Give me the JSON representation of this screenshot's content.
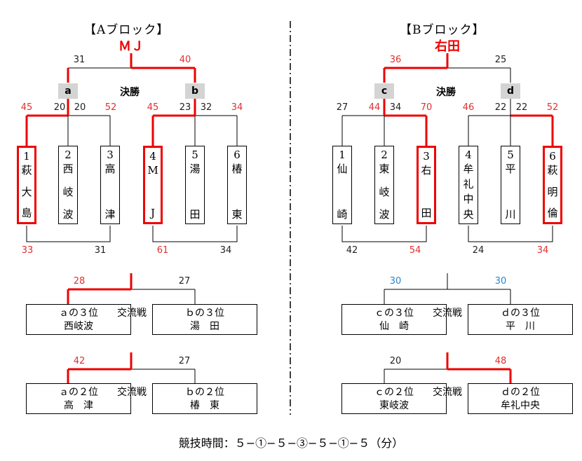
{
  "blockA": {
    "title": "【Aブロック】",
    "winner": "ＭＪ",
    "final_label": "決勝",
    "groups": [
      "a",
      "b"
    ],
    "final_scores": [
      "31",
      "40"
    ],
    "semi_scores": [
      "45",
      "20",
      "20",
      "52",
      "45",
      "23",
      "32",
      "34"
    ],
    "teams": [
      {
        "num": "1",
        "chars": [
          "萩",
          "大",
          "島"
        ]
      },
      {
        "num": "2",
        "chars": [
          "西",
          "岐",
          "波"
        ]
      },
      {
        "num": "3",
        "chars": [
          "高",
          "",
          "津"
        ]
      },
      {
        "num": "4",
        "chars": [
          "M",
          "",
          "J"
        ]
      },
      {
        "num": "5",
        "chars": [
          "湯",
          "",
          "田"
        ]
      },
      {
        "num": "6",
        "chars": [
          "椿",
          "",
          "東"
        ]
      }
    ],
    "bottom_scores": [
      "33",
      "31",
      "61",
      "34"
    ],
    "match3": {
      "scores": [
        "28",
        "27"
      ],
      "left_label": "ａの３位",
      "left_team": "西岐波",
      "right_label": "ｂの３位",
      "right_team": "湯　田",
      "cross": "交流戦"
    },
    "match2": {
      "scores": [
        "42",
        "27"
      ],
      "left_label": "ａの２位",
      "left_team": "高　津",
      "right_label": "ｂの２位",
      "right_team": "椿　東",
      "cross": "交流戦"
    }
  },
  "blockB": {
    "title": "【Bブロック】",
    "winner": "右田",
    "final_label": "決勝",
    "groups": [
      "c",
      "d"
    ],
    "final_scores": [
      "36",
      "25"
    ],
    "semi_scores": [
      "27",
      "44",
      "34",
      "70",
      "46",
      "22",
      "22",
      "52"
    ],
    "teams": [
      {
        "num": "1",
        "chars": [
          "仙",
          "",
          "崎"
        ]
      },
      {
        "num": "2",
        "chars": [
          "東",
          "岐",
          "波"
        ]
      },
      {
        "num": "3",
        "chars": [
          "右",
          "",
          "田"
        ]
      },
      {
        "num": "4",
        "chars": [
          "牟",
          "礼",
          "中",
          "央"
        ]
      },
      {
        "num": "5",
        "chars": [
          "平",
          "",
          "川"
        ]
      },
      {
        "num": "6",
        "chars": [
          "萩",
          "明",
          "倫"
        ]
      }
    ],
    "bottom_scores": [
      "42",
      "54",
      "24",
      "34"
    ],
    "match3": {
      "scores": [
        "30",
        "30"
      ],
      "left_label": "ｃの３位",
      "left_team": "仙　崎",
      "right_label": "ｄの３位",
      "right_team": "平　川",
      "cross": "交流戦"
    },
    "match2": {
      "scores": [
        "20",
        "48"
      ],
      "left_label": "ｃの２位",
      "left_team": "東岐波",
      "right_label": "ｄの２位",
      "right_team": "牟礼中央",
      "cross": "交流戦"
    }
  },
  "footer": "競技時間：５−①−５−③−５−①−５（分）",
  "colors": {
    "win_line": "#e00000",
    "win_score": "#e03030",
    "tie_score": "#2a86c8",
    "group_tag_bg": "#d4d4d4"
  }
}
